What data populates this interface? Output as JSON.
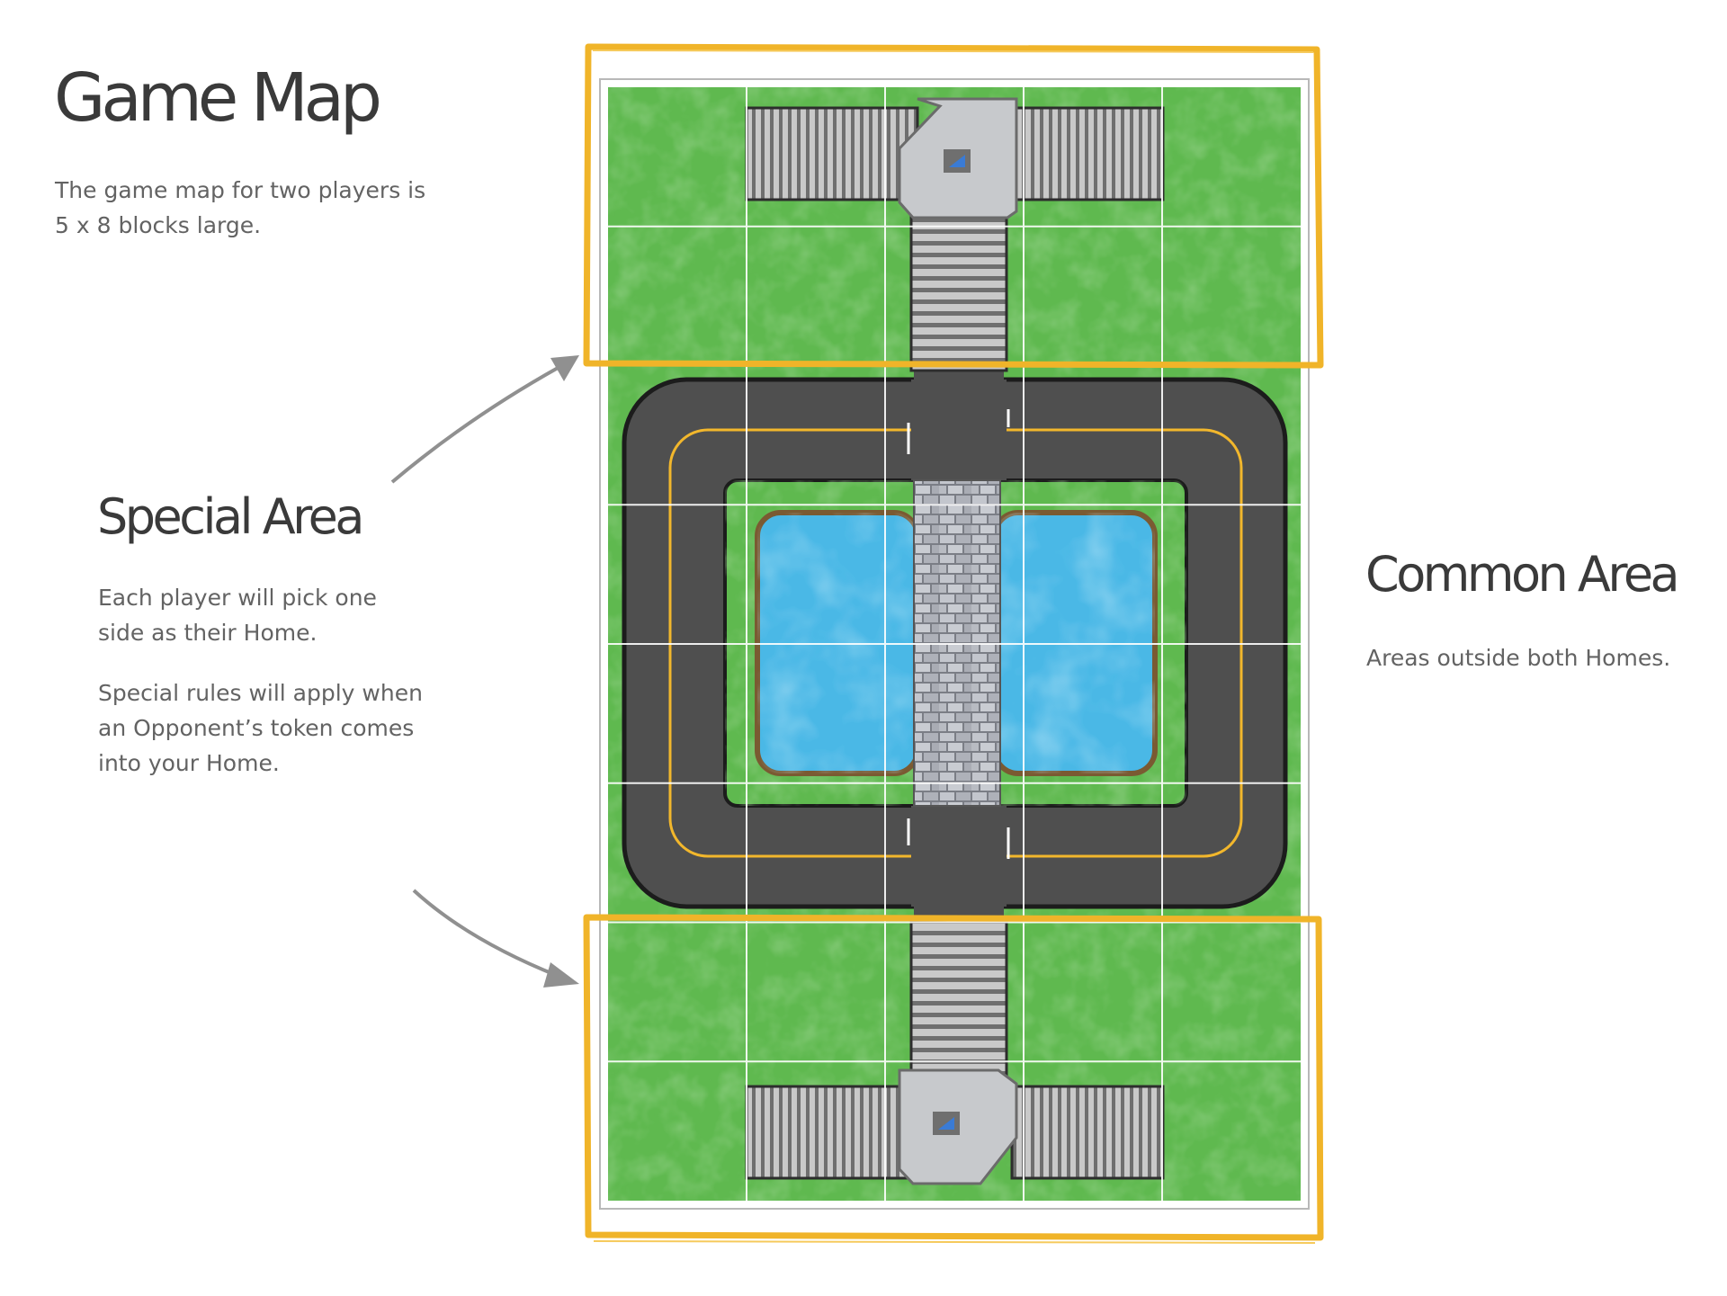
{
  "page": {
    "title": "Game Map",
    "intro": "The game map for two players is 5 x 8 blocks large."
  },
  "special_area": {
    "title": "Special Area",
    "text_1": "Each player will pick one side as their Home.",
    "text_2": "Special rules will apply when an Opponent’s token comes into your Home."
  },
  "common_area": {
    "title": "Common Area",
    "text": "Areas outside both Homes."
  },
  "map": {
    "columns": 5,
    "rows": 8,
    "home_rows_top": [
      1,
      2
    ],
    "home_rows_bottom": [
      7,
      8
    ]
  },
  "colors": {
    "heading": "#3a3a3a",
    "body_text": "#636363",
    "grass": "#5fb94f",
    "grass_light": "#7acb64",
    "asphalt": "#555555",
    "road_edge": "#1f1f1f",
    "lane_line": "#f2b72c",
    "water": "#4ab8e6",
    "water_edge": "#7a5a32",
    "bricks": "#b9bcc3",
    "home_highlight": "#f0b429",
    "arrow": "#909090",
    "grid_line": "#ffffff"
  },
  "icons": {
    "arrow": "curved-arrow-icon",
    "home": "home-base-icon"
  }
}
